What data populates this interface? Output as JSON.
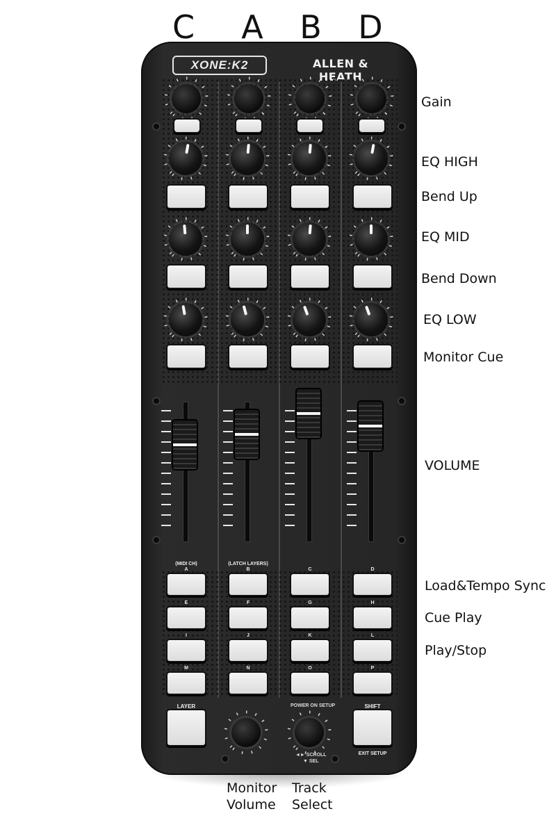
{
  "deck_letters": [
    "C",
    "A",
    "B",
    "D"
  ],
  "logo": "XONE:K2",
  "brand": "ALLEN & HEATH",
  "side_labels": {
    "gain": "Gain",
    "eq_high": "EQ HIGH",
    "bend_up": "Bend Up",
    "eq_mid": "EQ MID",
    "bend_down": "Bend Down",
    "eq_low": "EQ LOW",
    "monitor_cue": "Monitor Cue",
    "volume": "VOLUME",
    "load_tempo_sync": "Load&Tempo Sync",
    "cue_play": "Cue Play",
    "play_stop": "Play/Stop"
  },
  "bottom_labels": {
    "monitor_volume_line1": "Monitor",
    "monitor_volume_line2": "Volume",
    "track_select_line1": "Track",
    "track_select_line2": "Select"
  },
  "device_text": {
    "midi_ch": "(MIDI CH)",
    "latch_layers": "(LATCH LAYERS)",
    "layer": "LAYER",
    "power_on_setup": "POWER ON SETUP",
    "shift": "SHIFT",
    "exit_setup": "EXIT SETUP",
    "scroll": "◄► SCROLL",
    "sel": "▼ SEL"
  },
  "button_letters": [
    "A",
    "B",
    "C",
    "D",
    "E",
    "F",
    "G",
    "H",
    "I",
    "J",
    "K",
    "L",
    "M",
    "N",
    "O",
    "P"
  ],
  "fader_levels": [
    0.7,
    0.8,
    1.0,
    0.88
  ]
}
